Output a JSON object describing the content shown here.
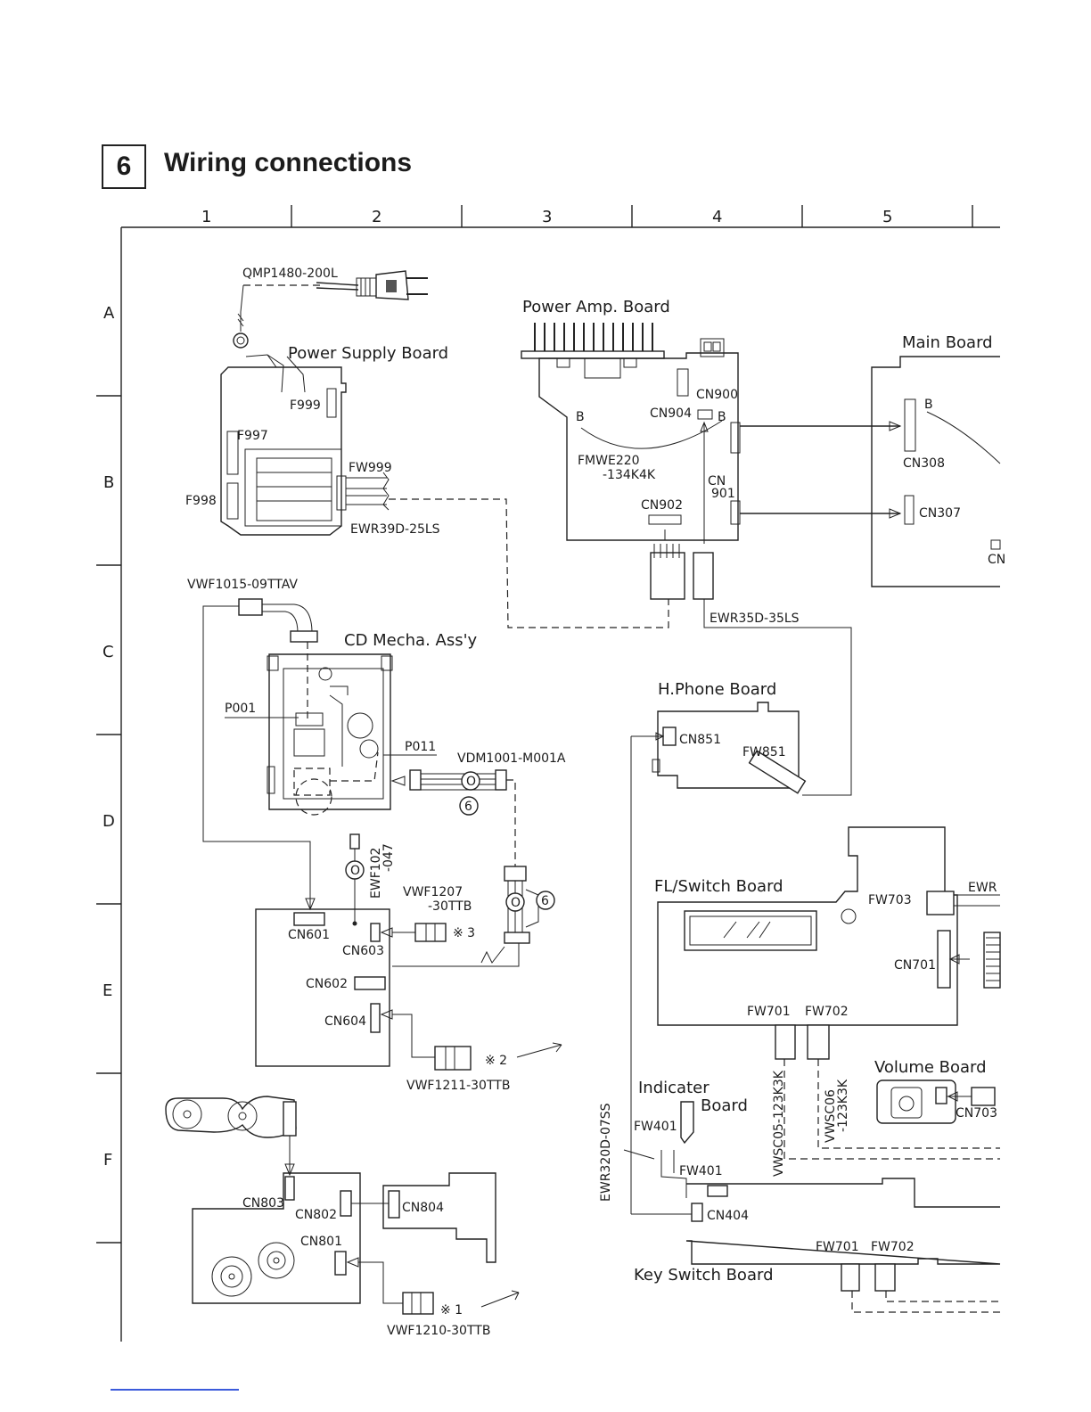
{
  "section": {
    "number": "6",
    "title": "Wiring connections"
  },
  "grid": {
    "columns": [
      "1",
      "2",
      "3",
      "4",
      "5"
    ],
    "rows": [
      "A",
      "B",
      "C",
      "D",
      "E",
      "F"
    ]
  },
  "boards": {
    "power_supply": "Power Supply Board",
    "power_amp": "Power Amp. Board",
    "main": "Main Board",
    "cd_mecha": "CD Mecha. Ass'y",
    "h_phone": "H.Phone Board",
    "fl_switch": "FL/Switch Board",
    "volume": "Volume Board",
    "indicater_1": "Indicater",
    "indicater_2": "Board",
    "key_switch": "Key Switch Board"
  },
  "parts": {
    "plug": "QMP1480-200L",
    "f999": "F999",
    "f997": "F997",
    "f998": "F998",
    "fw999": "FW999",
    "ewr39d": "EWR39D-25LS",
    "fmwe220_1": "FMWE220",
    "fmwe220_2": "-134K4K",
    "cn900": "CN900",
    "cn904": "CN904",
    "cn901_1": "CN",
    "cn901_2": "901",
    "cn902": "CN902",
    "b_left": "B",
    "b_right": "B",
    "b_main": "B",
    "cn308": "CN308",
    "cn307": "CN307",
    "cn_cut": "CN",
    "vwf1015": "VWF1015-09TTAV",
    "ewr35d": "EWR35D-35LS",
    "p001": "P001",
    "p011": "P011",
    "vdm1001": "VDM1001-M001A",
    "circ_o_1": "O",
    "circ_6_1": "6",
    "ewf102_1": "EWF102",
    "ewf102_2": "-047",
    "circ_o_2": "O",
    "vwf1207_1": "VWF1207",
    "vwf1207_2": "-30TTB",
    "circ_o_3": "O",
    "circ_6_2": "6",
    "cn601": "CN601",
    "cn603": "CN603",
    "note3": "※ 3",
    "cn602": "CN602",
    "cn604": "CN604",
    "note2": "※ 2",
    "vwf1211": "VWF1211-30TTB",
    "cn851": "CN851",
    "fw851": "FW851",
    "fw703": "FW703",
    "ewr_cut": "EWR",
    "cn701": "CN701",
    "fw701_a": "FW701",
    "fw702_a": "FW702",
    "vwsc05": "VWSC05-123K3K",
    "vwsc06_1": "VWSC06",
    "vwsc06_2": "-123K3K",
    "cn703": "CN703",
    "ewr320d": "EWR320D-07SS",
    "fw401_a": "FW401",
    "fw401_b": "FW401",
    "cn404": "CN404",
    "fw701_b": "FW701",
    "fw702_b": "FW702",
    "cn803": "CN803",
    "cn802": "CN802",
    "cn804": "CN804",
    "cn801": "CN801",
    "note1": "※ 1",
    "vwf1210": "VWF1210-30TTB"
  }
}
